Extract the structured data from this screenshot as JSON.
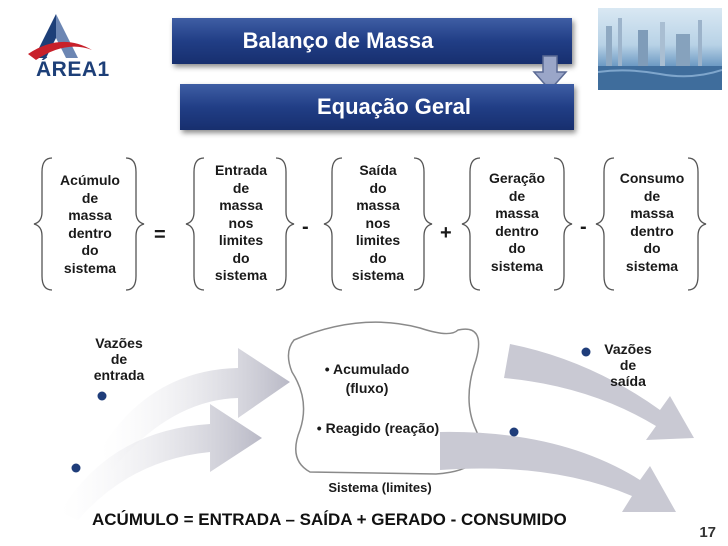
{
  "logo": {
    "text": "ÁREA1"
  },
  "header": {
    "title": "Balanço de Massa",
    "subtitle": "Equação Geral"
  },
  "equation": {
    "terms": [
      "Acúmulo\nde\nmassa\ndentro\ndo\nsistema",
      "Entrada\nde\nmassa\nnos\nlimites\ndo\nsistema",
      "Saída\ndo\nmassa\nnos\nlimites\ndo\nsistema",
      "Geração\nde\nmassa\ndentro\ndo\nsistema",
      "Consumo\nde\nmassa\ndentro\ndo\nsistema"
    ],
    "operators": [
      "=",
      "-",
      "+",
      "-"
    ]
  },
  "diagram": {
    "inflow_label": "Vazões\nde\nentrada",
    "outflow_label": "Vazões\nde\nsaída",
    "accumulated": "• Acumulado\n(fluxo)",
    "reacted": "• Reagido (reação)",
    "system_label": "Sistema (limites)"
  },
  "final_equation": "ACÚMULO = ENTRADA – SAÍDA + GERADO - CONSUMIDO",
  "page_number": "17",
  "colors": {
    "title_bar": "#213e86",
    "accent_dot": "#1f3d7a",
    "arrow_gray": "#c9c9d3"
  }
}
